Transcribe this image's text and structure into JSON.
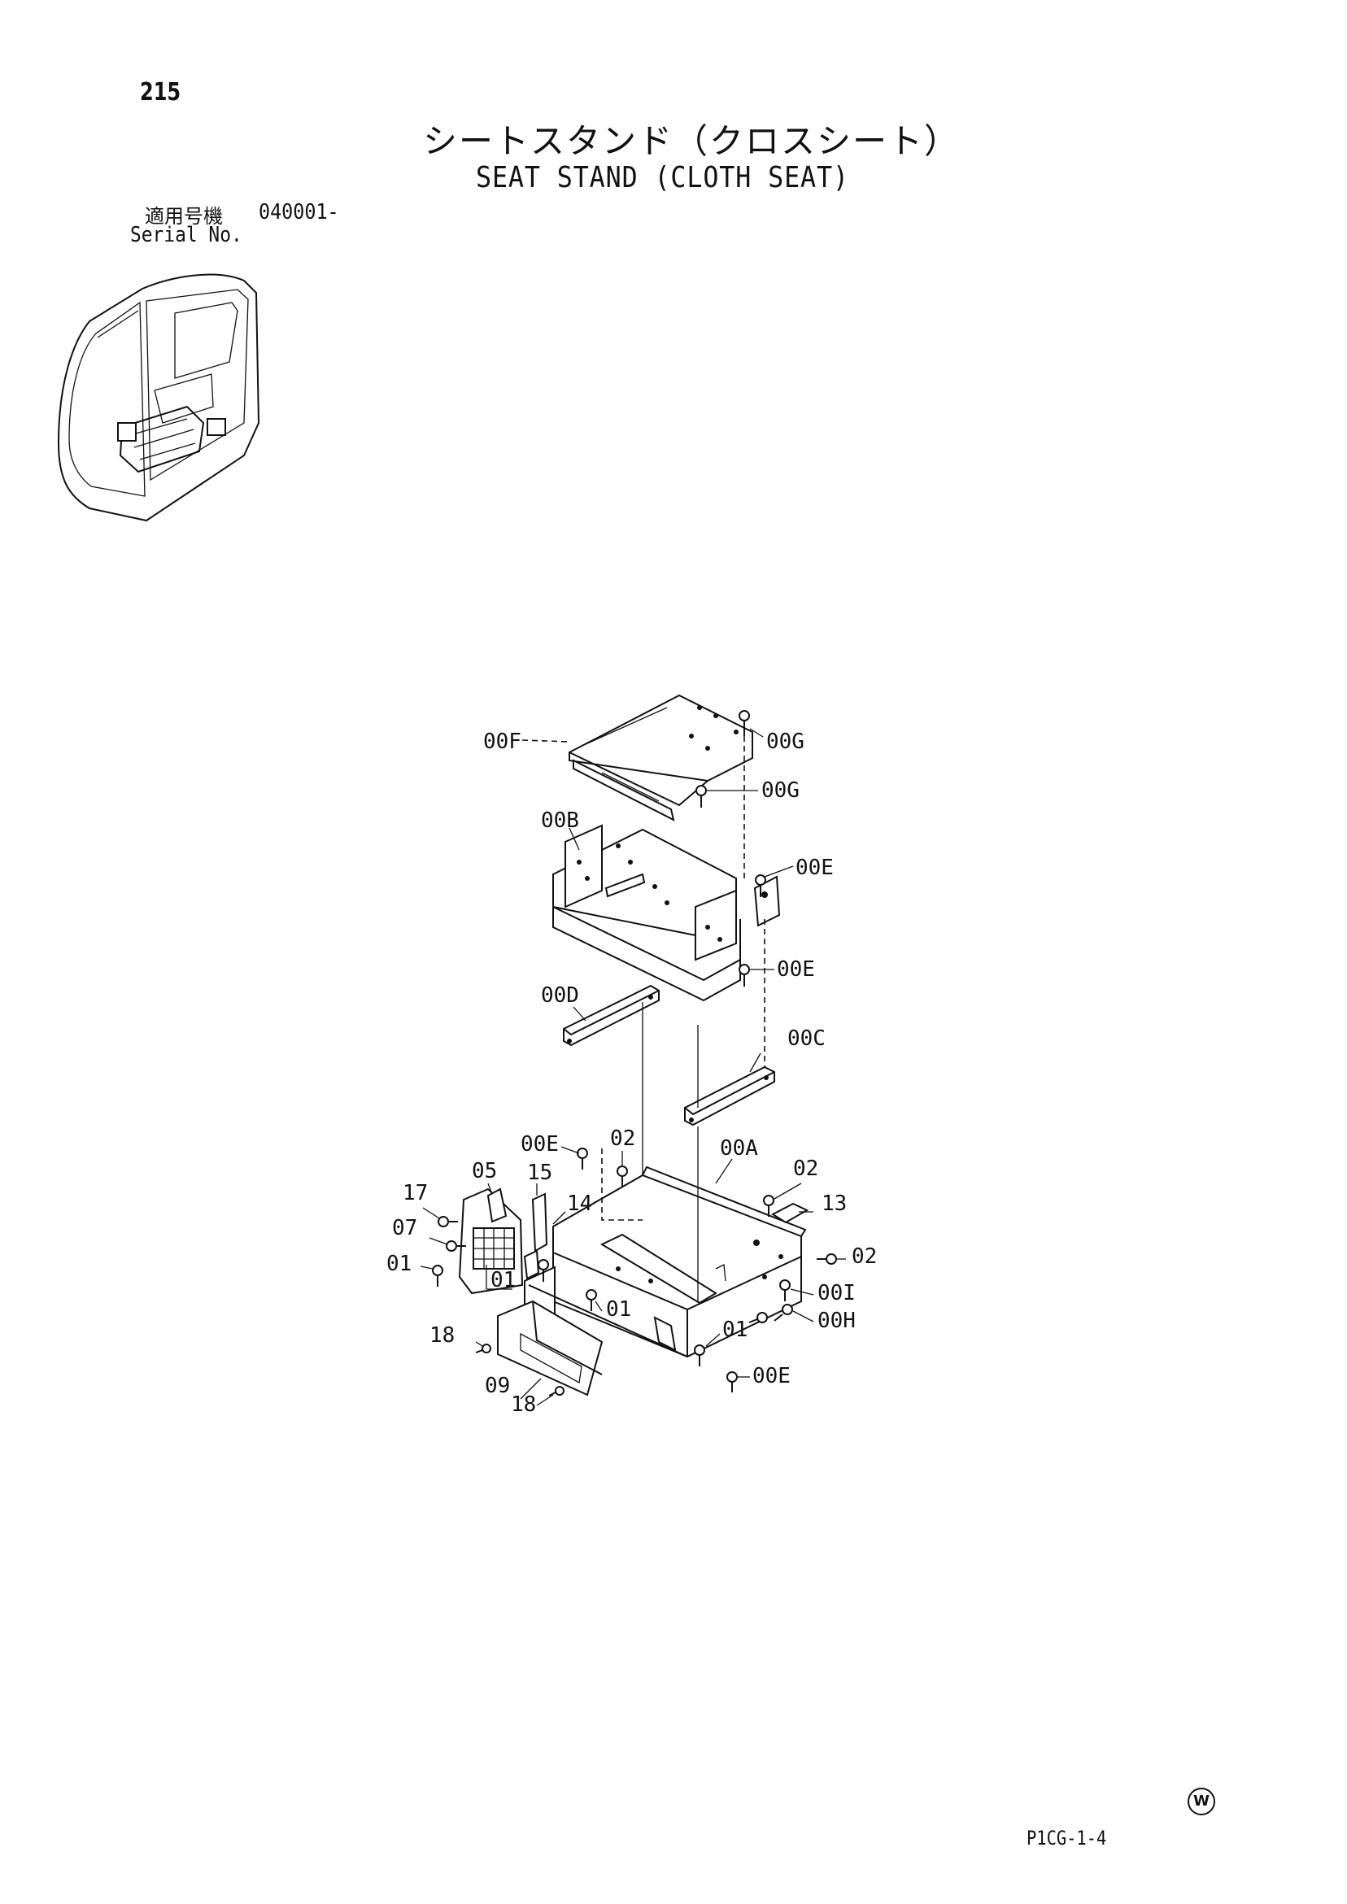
{
  "page": {
    "number": "215",
    "title_jp": "シートスタンド（クロスシート）",
    "title_en": "SEAT STAND (CLOTH SEAT)",
    "serial_label_jp": "適用号機",
    "serial_value": "040001-",
    "serial_label_en": "Serial No.",
    "doc_code": "P1CG-1-4",
    "corner_mark": "W"
  },
  "diagram": {
    "thumbnail_icon": "excavator-cab-icon",
    "callouts": [
      {
        "id": "c-00F",
        "text": "00F"
      },
      {
        "id": "c-00G-1",
        "text": "00G"
      },
      {
        "id": "c-00G-2",
        "text": "00G"
      },
      {
        "id": "c-00B",
        "text": "00B"
      },
      {
        "id": "c-00E-1",
        "text": "00E"
      },
      {
        "id": "c-00E-2",
        "text": "00E"
      },
      {
        "id": "c-00D",
        "text": "00D"
      },
      {
        "id": "c-00C",
        "text": "00C"
      },
      {
        "id": "c-00E-3",
        "text": "00E"
      },
      {
        "id": "c-02-1",
        "text": "02"
      },
      {
        "id": "c-00A",
        "text": "00A"
      },
      {
        "id": "c-02-2",
        "text": "02"
      },
      {
        "id": "c-05",
        "text": "05"
      },
      {
        "id": "c-15",
        "text": "15"
      },
      {
        "id": "c-17",
        "text": "17"
      },
      {
        "id": "c-14",
        "text": "14"
      },
      {
        "id": "c-13",
        "text": "13"
      },
      {
        "id": "c-07",
        "text": "07"
      },
      {
        "id": "c-02-3",
        "text": "02"
      },
      {
        "id": "c-01-1",
        "text": "01"
      },
      {
        "id": "c-01-2",
        "text": "01"
      },
      {
        "id": "c-00I",
        "text": "00I"
      },
      {
        "id": "c-01-3",
        "text": "01"
      },
      {
        "id": "c-00H",
        "text": "00H"
      },
      {
        "id": "c-18-1",
        "text": "18"
      },
      {
        "id": "c-01-4",
        "text": "01"
      },
      {
        "id": "c-09",
        "text": "09"
      },
      {
        "id": "c-00E-4",
        "text": "00E"
      },
      {
        "id": "c-18-2",
        "text": "18"
      }
    ]
  }
}
